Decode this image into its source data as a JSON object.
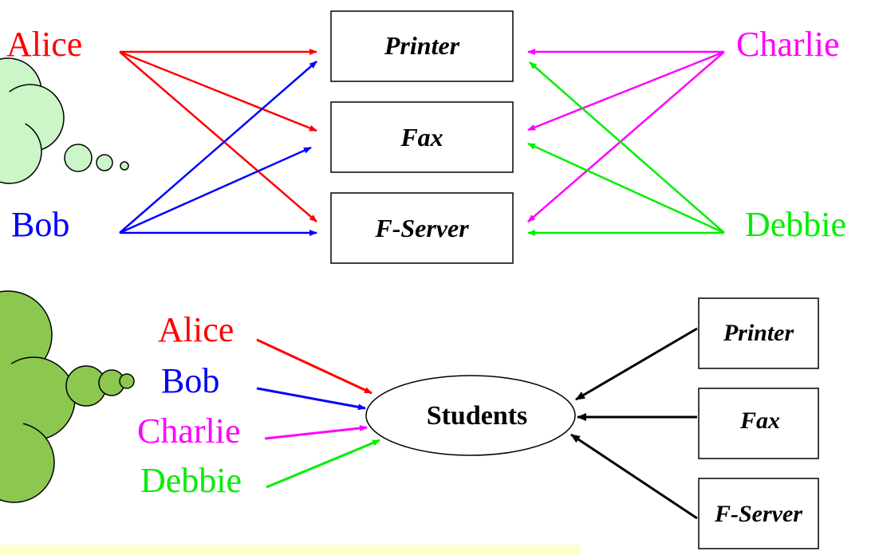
{
  "colors": {
    "alice": "#ff0000",
    "bob": "#0000ff",
    "charlie": "#ff00ff",
    "debbie": "#00ee00",
    "resource": "#000000",
    "cloud_light": "#ccf5c8",
    "cloud_dark": "#8cc850",
    "note_bar": "#ffffcc"
  },
  "top": {
    "users_left": [
      "Alice",
      "Bob"
    ],
    "users_right": [
      "Charlie",
      "Debbie"
    ],
    "resources": [
      "Printer",
      "Fax",
      "F-Server"
    ]
  },
  "bottom": {
    "users": [
      "Alice",
      "Bob",
      "Charlie",
      "Debbie"
    ],
    "group": "Students",
    "resources": [
      "Printer",
      "Fax",
      "F-Server"
    ]
  }
}
